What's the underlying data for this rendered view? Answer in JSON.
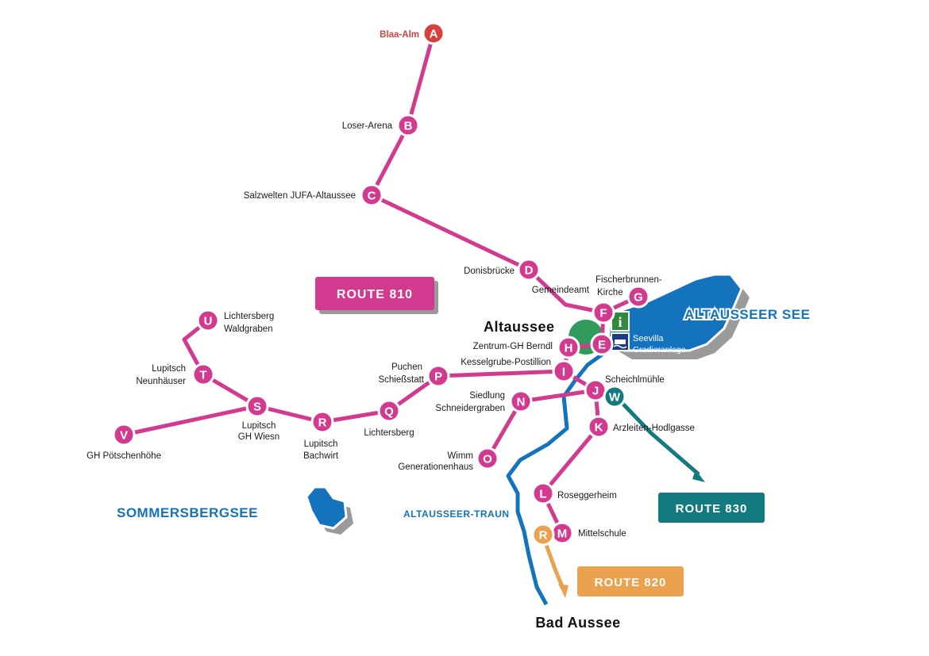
{
  "colors": {
    "route_810": "#d23a8f",
    "route_820": "#eba24e",
    "route_830": "#137a80",
    "water": "#1473bd",
    "start_stop": "#d8403f",
    "village": "#2f9a5a"
  },
  "stops": [
    {
      "id": "A",
      "letter": "A",
      "label": "Blaa-Alm"
    },
    {
      "id": "B",
      "letter": "B",
      "label": "Loser-Arena"
    },
    {
      "id": "C",
      "letter": "C",
      "label": "Salzwelten JUFA-Altaussee"
    },
    {
      "id": "D",
      "letter": "D",
      "label": "Donisbrücke"
    },
    {
      "id": "E",
      "letter": "E",
      "label": ""
    },
    {
      "id": "F",
      "letter": "F",
      "label": "Gemeindeamt"
    },
    {
      "id": "G",
      "letter": "G",
      "label_lines": [
        "Fischerbrunnen-",
        "Kirche"
      ]
    },
    {
      "id": "H",
      "letter": "H",
      "label": "Zentrum-GH Berndl"
    },
    {
      "id": "I",
      "letter": "I",
      "label": "Kesselgrube-Postillion"
    },
    {
      "id": "J",
      "letter": "J",
      "label": "Scheichlmühle"
    },
    {
      "id": "K",
      "letter": "K",
      "label": "Arzleiten-Hodlgasse"
    },
    {
      "id": "L",
      "letter": "L",
      "label": "Roseggerheim"
    },
    {
      "id": "M",
      "letter": "M",
      "label": "Mittelschule"
    },
    {
      "id": "N",
      "letter": "N",
      "label_lines": [
        "Siedlung",
        "Schneidergraben"
      ]
    },
    {
      "id": "O",
      "letter": "O",
      "label_lines": [
        "Wimm",
        "Generationenhaus"
      ]
    },
    {
      "id": "P",
      "letter": "P",
      "label_lines": [
        "Puchen",
        "Schießstatt"
      ]
    },
    {
      "id": "Q",
      "letter": "Q",
      "label": "Lichtersberg"
    },
    {
      "id": "R",
      "letter": "R",
      "label_lines": [
        "Lupitsch",
        "Bachwirt"
      ]
    },
    {
      "id": "S",
      "letter": "S",
      "label_lines": [
        "Lupitsch",
        "GH Wiesn"
      ]
    },
    {
      "id": "T",
      "letter": "T",
      "label_lines": [
        "Lupitsch",
        "Neunhäuser"
      ]
    },
    {
      "id": "U",
      "letter": "U",
      "label_lines": [
        "Lichtersberg",
        "Waldgraben"
      ]
    },
    {
      "id": "V",
      "letter": "V",
      "label": "GH Pötschenhöhe"
    },
    {
      "id": "W",
      "letter": "W",
      "label": ""
    },
    {
      "id": "R820",
      "letter": "R",
      "label": ""
    }
  ],
  "routes": {
    "r810": "ROUTE 810",
    "r820": "ROUTE 820",
    "r830": "ROUTE 830"
  },
  "places": {
    "altaussee": "Altaussee",
    "bad_aussee": "Bad Aussee",
    "seevilla": "Seevilla",
    "gradieranlage": "Gradieranlage"
  },
  "water": {
    "altausseer_see": "ALTAUSSEER SEE",
    "sommersbergsee": "SOMMERSBERGSEE",
    "altausseer_traun": "ALTAUSSEER-TRAUN"
  },
  "icons": {
    "info": "i"
  }
}
